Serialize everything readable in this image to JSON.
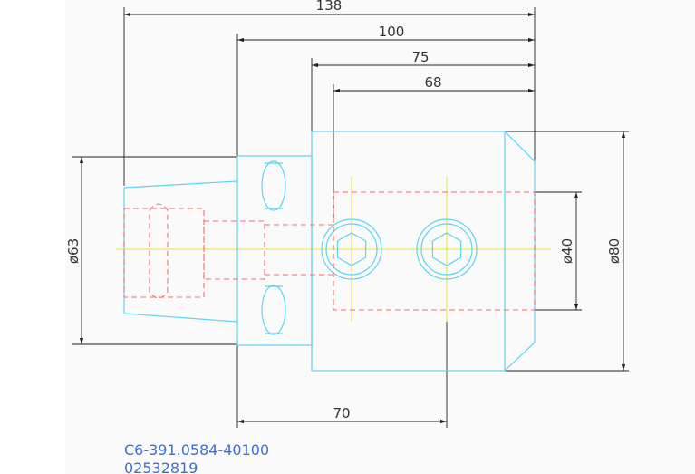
{
  "dimensions": {
    "overall": "138",
    "d100": "100",
    "d75": "75",
    "d68": "68",
    "d70": "70",
    "dia63": "ø63",
    "dia40": "ø40",
    "dia80": "ø80"
  },
  "part": {
    "code": "C6-391.0584-40100",
    "number": "02532819"
  },
  "colors": {
    "outline": "#5fd3f0",
    "hidden": "#f07070",
    "center": "#e6e23c",
    "dimension": "#222222",
    "partText": "#3b6fd6"
  }
}
